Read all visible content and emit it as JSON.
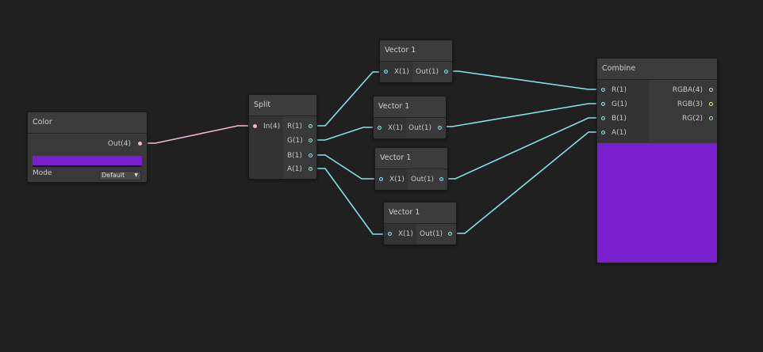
{
  "nodes": {
    "color": {
      "title": "Color",
      "out_label": "Out(4)",
      "swatch_color": "#7a1fce",
      "mode_label": "Mode",
      "mode_value": "Default"
    },
    "split": {
      "title": "Split",
      "in_label": "In(4)",
      "outputs": [
        "R(1)",
        "G(1)",
        "B(1)",
        "A(1)"
      ]
    },
    "vector1_a": {
      "title": "Vector 1",
      "in_label": "X(1)",
      "out_label": "Out(1)"
    },
    "vector1_b": {
      "title": "Vector 1",
      "in_label": "X(1)",
      "out_label": "Out(1)"
    },
    "vector1_c": {
      "title": "Vector 1",
      "in_label": "X(1)",
      "out_label": "Out(1)"
    },
    "vector1_d": {
      "title": "Vector 1",
      "in_label": "X(1)",
      "out_label": "Out(1)"
    },
    "combine": {
      "title": "Combine",
      "inputs": [
        "R(1)",
        "G(1)",
        "B(1)",
        "A(1)"
      ],
      "outputs": [
        "RGBA(4)",
        "RGB(3)",
        "RG(2)"
      ],
      "preview_color": "#7a1fce"
    }
  },
  "colors": {
    "background": "#202020",
    "wire_float": "#84e4e7",
    "wire_vector4": "#f0b7d6"
  }
}
